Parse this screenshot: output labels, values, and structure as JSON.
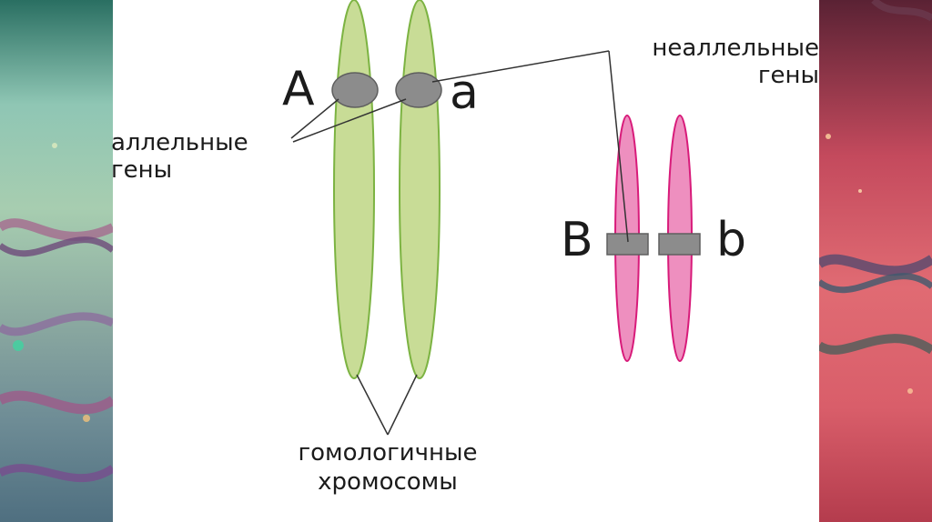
{
  "letters": {
    "allele_dominant": "A",
    "allele_recessive": "a",
    "gene_dominant": "B",
    "gene_recessive": "b"
  },
  "labels": {
    "allelic_genes": [
      "аллельные",
      "гены"
    ],
    "nonallelic_genes": [
      "неаллельные",
      "гены"
    ],
    "homologous_chromosomes": [
      "гомологичные",
      "хромосомы"
    ]
  },
  "colors": {
    "green_chromosome_fill": "#c8dc96",
    "green_chromosome_stroke": "#7cb342",
    "pink_chromosome_fill": "#ee8fbf",
    "pink_chromosome_stroke": "#d81b7a",
    "gene_marker": "#8c8c8c",
    "leader_line": "#333333"
  }
}
